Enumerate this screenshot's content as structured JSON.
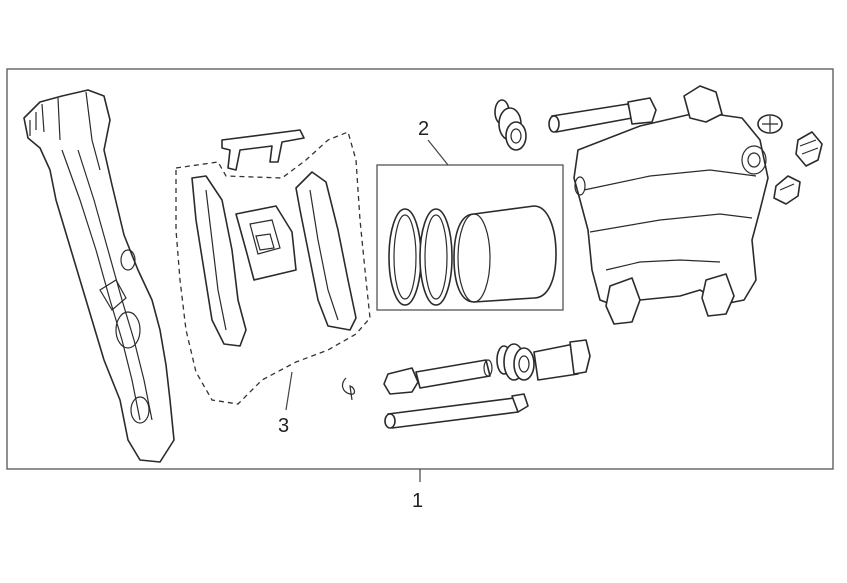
{
  "callouts": {
    "assembly": "1",
    "piston_seal_kit": "2",
    "pad_set": "3"
  }
}
